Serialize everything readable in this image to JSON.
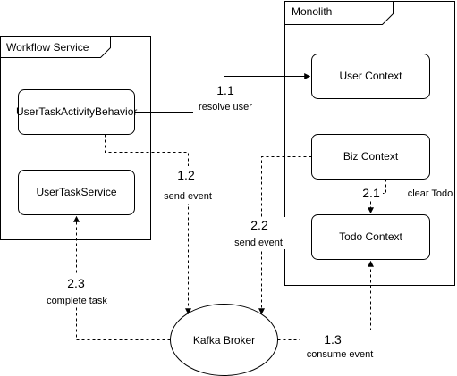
{
  "containers": {
    "workflow": {
      "label": "Workflow Service"
    },
    "monolith": {
      "label": "Monolith"
    }
  },
  "nodes": {
    "user_task_activity": {
      "label": "UserTaskActivityBehavior"
    },
    "user_task_service": {
      "label": "UserTaskService"
    },
    "user_context": {
      "label": "User Context"
    },
    "biz_context": {
      "label": "Biz Context"
    },
    "todo_context": {
      "label": "Todo Context"
    },
    "kafka": {
      "label": "Kafka Broker"
    }
  },
  "edges": {
    "e1_1": {
      "num": "1.1",
      "text": "resolve user"
    },
    "e1_2": {
      "num": "1.2",
      "text": "send event"
    },
    "e1_3": {
      "num": "1.3",
      "text": "consume event"
    },
    "e2_1": {
      "num": "2.1",
      "text": "clear Todo"
    },
    "e2_2": {
      "num": "2.2",
      "text": "send event"
    },
    "e2_3": {
      "num": "2.3",
      "text": "complete task"
    }
  }
}
